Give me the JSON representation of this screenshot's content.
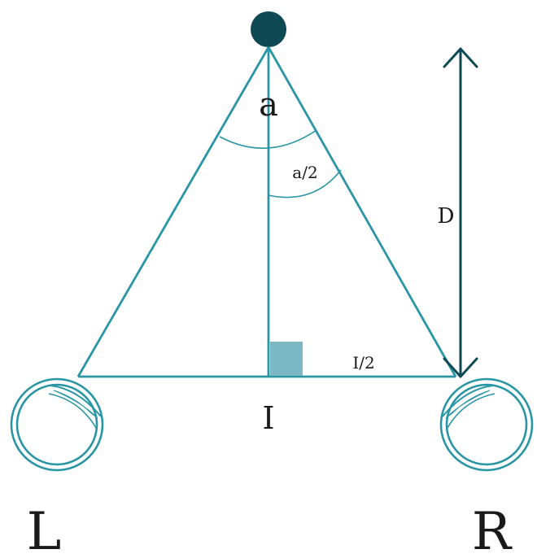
{
  "labels": {
    "apex_angle": "a",
    "half_angle": "a/2",
    "distance": "D",
    "baseline": "I",
    "half_baseline": "I/2",
    "left_eye": "L",
    "right_eye": "R"
  },
  "colors": {
    "line": "#2a96a5",
    "right_angle_marker": "#7bb8c4",
    "object": "#0f4a54",
    "arrow": "#0f4a54",
    "text": "#1a1a1a"
  },
  "icons": {
    "object": "filled-circle",
    "left_eye": "eye-icon",
    "right_eye": "eye-icon",
    "distance": "double-headed-arrow"
  }
}
